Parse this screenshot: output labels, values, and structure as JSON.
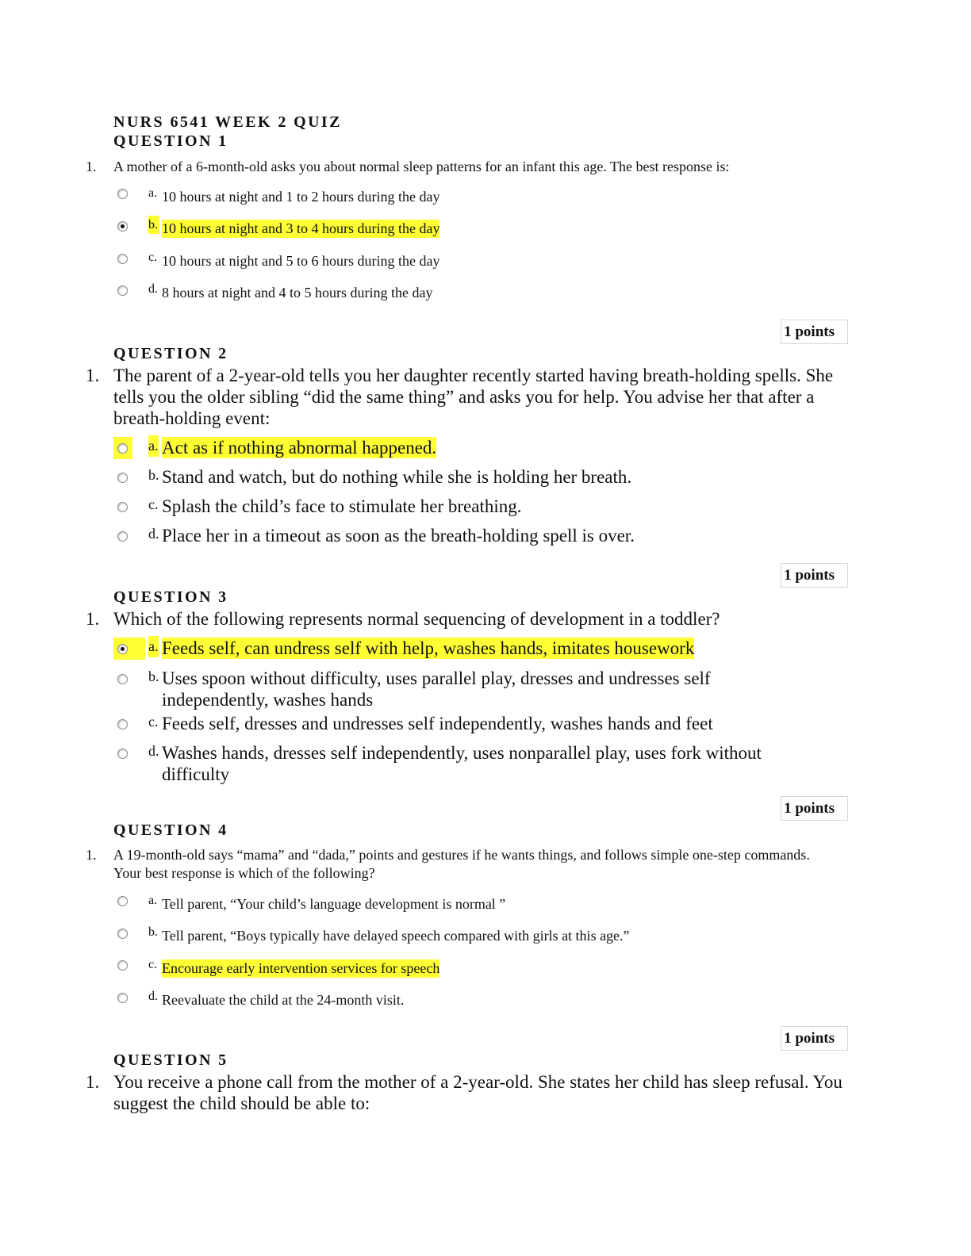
{
  "document": {
    "title": "NURS 6541 WEEK 2 QUIZ"
  },
  "questions": [
    {
      "heading": "QUESTION 1",
      "number": "1.",
      "stem": "A mother of a 6-month-old asks you about normal sleep patterns for an infant this age. The best response is:",
      "options": [
        {
          "letter": "a.",
          "text": "10 hours at night and 1 to 2 hours during the day",
          "selected": false,
          "highlighted": false
        },
        {
          "letter": "b.",
          "text": "10 hours at night and 3 to 4 hours during the day",
          "selected": true,
          "highlighted": true
        },
        {
          "letter": "c.",
          "text": "10 hours at night and 5 to 6 hours during the day",
          "selected": false,
          "highlighted": false
        },
        {
          "letter": "d.",
          "text": "8 hours at night and 4 to 5 hours during the day",
          "selected": false,
          "highlighted": false
        }
      ],
      "points": "1 points"
    },
    {
      "heading": "QUESTION 2",
      "number": "1.",
      "stem": "The parent of a 2-year-old tells you her daughter recently started having breath-holding spells. She tells you the older sibling “did the same thing” and asks you for help. You advise her that after a breath-holding event:",
      "options": [
        {
          "letter": "a.",
          "text": "Act as if nothing abnormal happened.",
          "selected": false,
          "highlighted": true
        },
        {
          "letter": "b.",
          "text": "Stand and watch, but do nothing while she is holding her breath.",
          "selected": false,
          "highlighted": false
        },
        {
          "letter": "c.",
          "text": "Splash the child’s face to stimulate her breathing.",
          "selected": false,
          "highlighted": false
        },
        {
          "letter": "d.",
          "text": "Place her in a timeout as soon as the breath-holding spell is over.",
          "selected": false,
          "highlighted": false
        }
      ],
      "points": "1 points"
    },
    {
      "heading": "QUESTION 3",
      "number": "1.",
      "stem": "Which of the following represents normal sequencing of development in a toddler?",
      "options": [
        {
          "letter": "a.",
          "text": "Feeds self, can undress self with help, washes hands, imitates housework",
          "selected": true,
          "highlighted": true
        },
        {
          "letter": "b.",
          "text": "Uses spoon without difficulty, uses parallel play, dresses and undresses self independently, washes hands",
          "selected": false,
          "highlighted": false
        },
        {
          "letter": "c.",
          "text": "Feeds self, dresses and undresses self independently, washes hands and feet",
          "selected": false,
          "highlighted": false
        },
        {
          "letter": "d.",
          "text": "Washes hands, dresses self independently, uses nonparallel play, uses fork without difficulty",
          "selected": false,
          "highlighted": false
        }
      ],
      "points": "1 points"
    },
    {
      "heading": "QUESTION 4",
      "number": "1.",
      "stem": "A 19-month-old says “mama” and “dada,” points and gestures if he wants things, and follows simple one-step commands. Your best response is which of the following?",
      "options": [
        {
          "letter": "a.",
          "text": "Tell parent, “Your child’s language development is normal ”",
          "selected": false,
          "highlighted": false
        },
        {
          "letter": "b.",
          "text": "Tell parent, “Boys typically have delayed speech compared with girls at this age.”",
          "selected": false,
          "highlighted": false
        },
        {
          "letter": "c.",
          "text": "Encourage early intervention services for speech",
          "selected": false,
          "highlighted": true
        },
        {
          "letter": "d.",
          "text": "Reevaluate the child at the 24-month visit.",
          "selected": false,
          "highlighted": false
        }
      ],
      "points": "1 points"
    },
    {
      "heading": "QUESTION 5",
      "number": "1.",
      "stem": "You receive a phone call from the mother of a 2-year-old. She states her child has sleep refusal. You suggest the child should be able to:"
    }
  ]
}
